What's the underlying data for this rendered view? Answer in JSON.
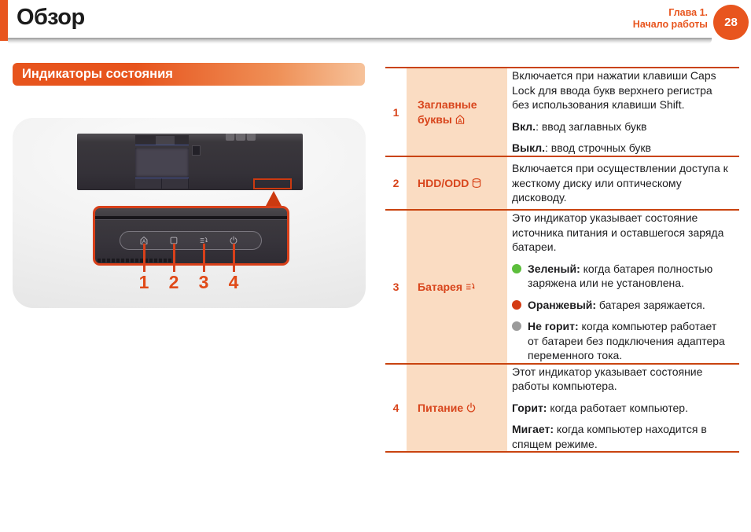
{
  "header": {
    "title": "Обзор",
    "chapter_line1": "Глава 1.",
    "chapter_line2": "Начало работы",
    "page_number": "28"
  },
  "section": {
    "title": "Индикаторы состояния"
  },
  "figure": {
    "callouts": [
      "1",
      "2",
      "3",
      "4"
    ],
    "indicator_icons": [
      "caps-lock-icon",
      "hdd-icon",
      "battery-icon",
      "power-icon"
    ]
  },
  "table": {
    "rows": [
      {
        "num": "1",
        "label": "Заглавные буквы",
        "icon": "caps-lock-icon",
        "paragraphs": [
          {
            "text": "Включается при нажатии клавиши Caps Lock для ввода букв верхнего регистра без использования клавиши Shift."
          },
          {
            "lead": "Вкл.",
            "text": ": ввод заглавных букв"
          },
          {
            "lead": "Выкл.",
            "text": ": ввод строчных букв"
          }
        ]
      },
      {
        "num": "2",
        "label": "HDD/ODD",
        "icon": "hdd-icon",
        "paragraphs": [
          {
            "text": "Включается при осуществлении доступа к жесткому диску или оптическому дисководу."
          }
        ]
      },
      {
        "num": "3",
        "label": "Батарея",
        "icon": "battery-icon",
        "paragraphs": [
          {
            "text": "Это индикатор указывает состояние источника питания и оставшегося заряда батареи."
          },
          {
            "bullet": "green",
            "lead": "Зеленый:",
            "text": " когда батарея полностью заряжена или не установлена."
          },
          {
            "bullet": "orange",
            "lead": "Оранжевый:",
            "text": " батарея заряжается."
          },
          {
            "bullet": "gray",
            "lead": "Не горит:",
            "text": " когда компьютер работает от батареи без подключения адаптера переменного тока."
          }
        ]
      },
      {
        "num": "4",
        "label": "Питание",
        "icon": "power-icon",
        "paragraphs": [
          {
            "text": "Этот индикатор указывает состояние работы компьютера."
          },
          {
            "lead": "Горит:",
            "text": " когда работает компьютер."
          },
          {
            "lead": "Мигает:",
            "text": " когда компьютер находится в спящем режиме."
          }
        ]
      }
    ]
  },
  "colors": {
    "accent": "#E8551E",
    "table_line": "#C9430F",
    "label_text": "#D8451C",
    "status_green": "#5CBE3C",
    "status_orange": "#D43C14",
    "status_gray": "#9B9B9B"
  }
}
